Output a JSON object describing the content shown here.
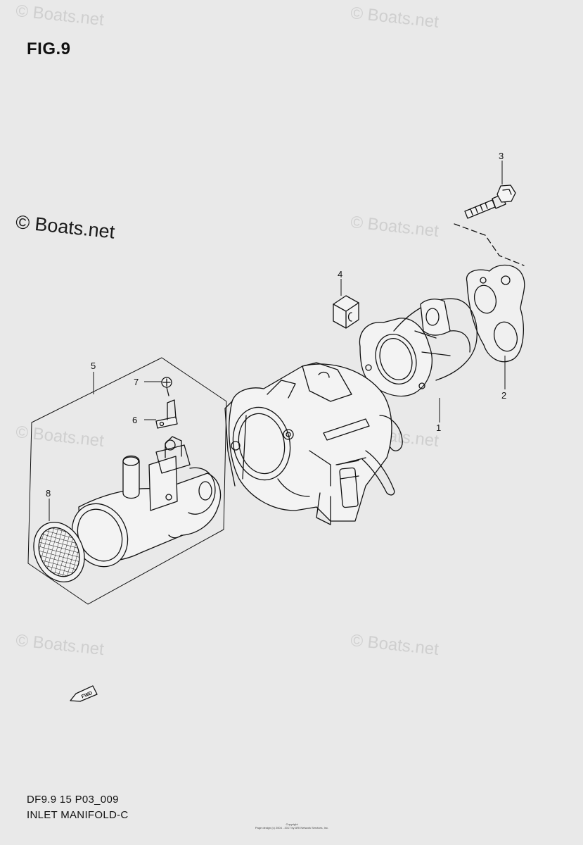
{
  "figure": {
    "title": "FIG.9"
  },
  "watermark": {
    "text": "© Boats.net"
  },
  "callouts": [
    "1",
    "2",
    "3",
    "4",
    "5",
    "6",
    "7",
    "8"
  ],
  "fwd_label": "FWD",
  "caption": {
    "code": "DF9.9 15 P03_009",
    "name": "INLET MANIFOLD-C"
  },
  "footer": {
    "line1": "Copyright",
    "line2": "Page design (c) 2004 - 2017 by ARI Network Services, Inc."
  }
}
